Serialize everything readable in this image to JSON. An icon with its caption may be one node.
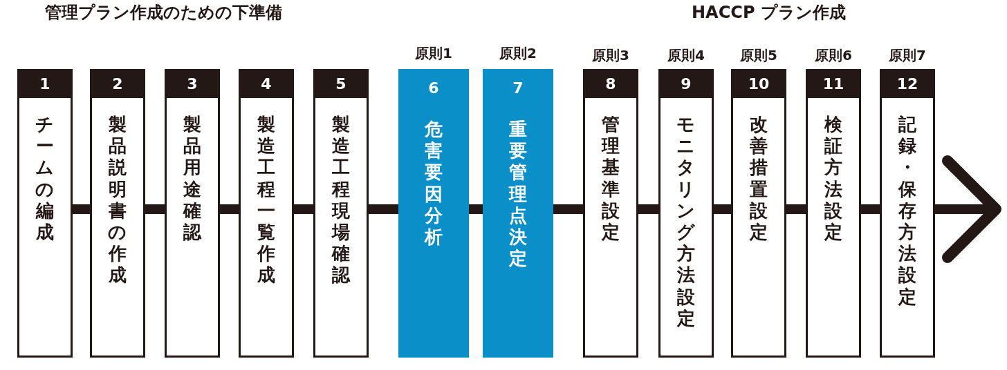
{
  "diagram": {
    "nodes": [
      {
        "text": [
          "1",
          "チームの編成"
        ]
      },
      {
        "text": [
          "2",
          "製品説明書の作成"
        ]
      },
      {
        "text": [
          "3",
          "製品用途確認"
        ]
      },
      {
        "text": [
          "4",
          "製造工程一覧作成"
        ]
      },
      {
        "text": [
          "5",
          "製造工程現場確認"
        ]
      },
      {
        "text": [
          "6",
          "危害要因分析"
        ],
        "beside": [
          "原則1"
        ]
      },
      {
        "text": [
          "7",
          "重要管理点決定"
        ],
        "beside": [
          "原則2"
        ]
      },
      {
        "text": [
          "8",
          "管理基準設定"
        ],
        "beside": [
          "原則3"
        ]
      },
      {
        "text": [
          "9",
          "モニタリング方法設定"
        ],
        "beside": [
          "原則4"
        ]
      },
      {
        "text": [
          "10",
          "改善措置設定"
        ],
        "beside": [
          "原則5"
        ]
      },
      {
        "text": [
          "11",
          "検証方法設定"
        ],
        "beside": [
          "原則6"
        ]
      },
      {
        "text": [
          "12",
          "記録・保存方法設定"
        ],
        "beside": [
          "原則7"
        ]
      }
    ],
    "edges": [
      {
        "from": 0,
        "to": 1,
        "arrow": "none"
      },
      {
        "from": 1,
        "to": 2,
        "arrow": "none"
      },
      {
        "from": 2,
        "to": 3,
        "arrow": "none"
      },
      {
        "from": 3,
        "to": 4,
        "arrow": "none"
      },
      {
        "from": 4,
        "to": 5,
        "arrow": "none"
      },
      {
        "from": 5,
        "to": 6,
        "arrow": "none"
      },
      {
        "from": 6,
        "to": 7,
        "arrow": "none"
      },
      {
        "from": 7,
        "to": 8,
        "arrow": "none"
      },
      {
        "from": 8,
        "to": 9,
        "arrow": "none"
      },
      {
        "from": 9,
        "to": 10,
        "arrow": "none"
      },
      {
        "from": 10,
        "to": 11,
        "arrow": "none"
      },
      {
        "from": 11,
        "to": null,
        "arrow": "to"
      }
    ],
    "labels": [
      "管理プラン作成のための下準備",
      "HACCP プラン作成"
    ]
  }
}
